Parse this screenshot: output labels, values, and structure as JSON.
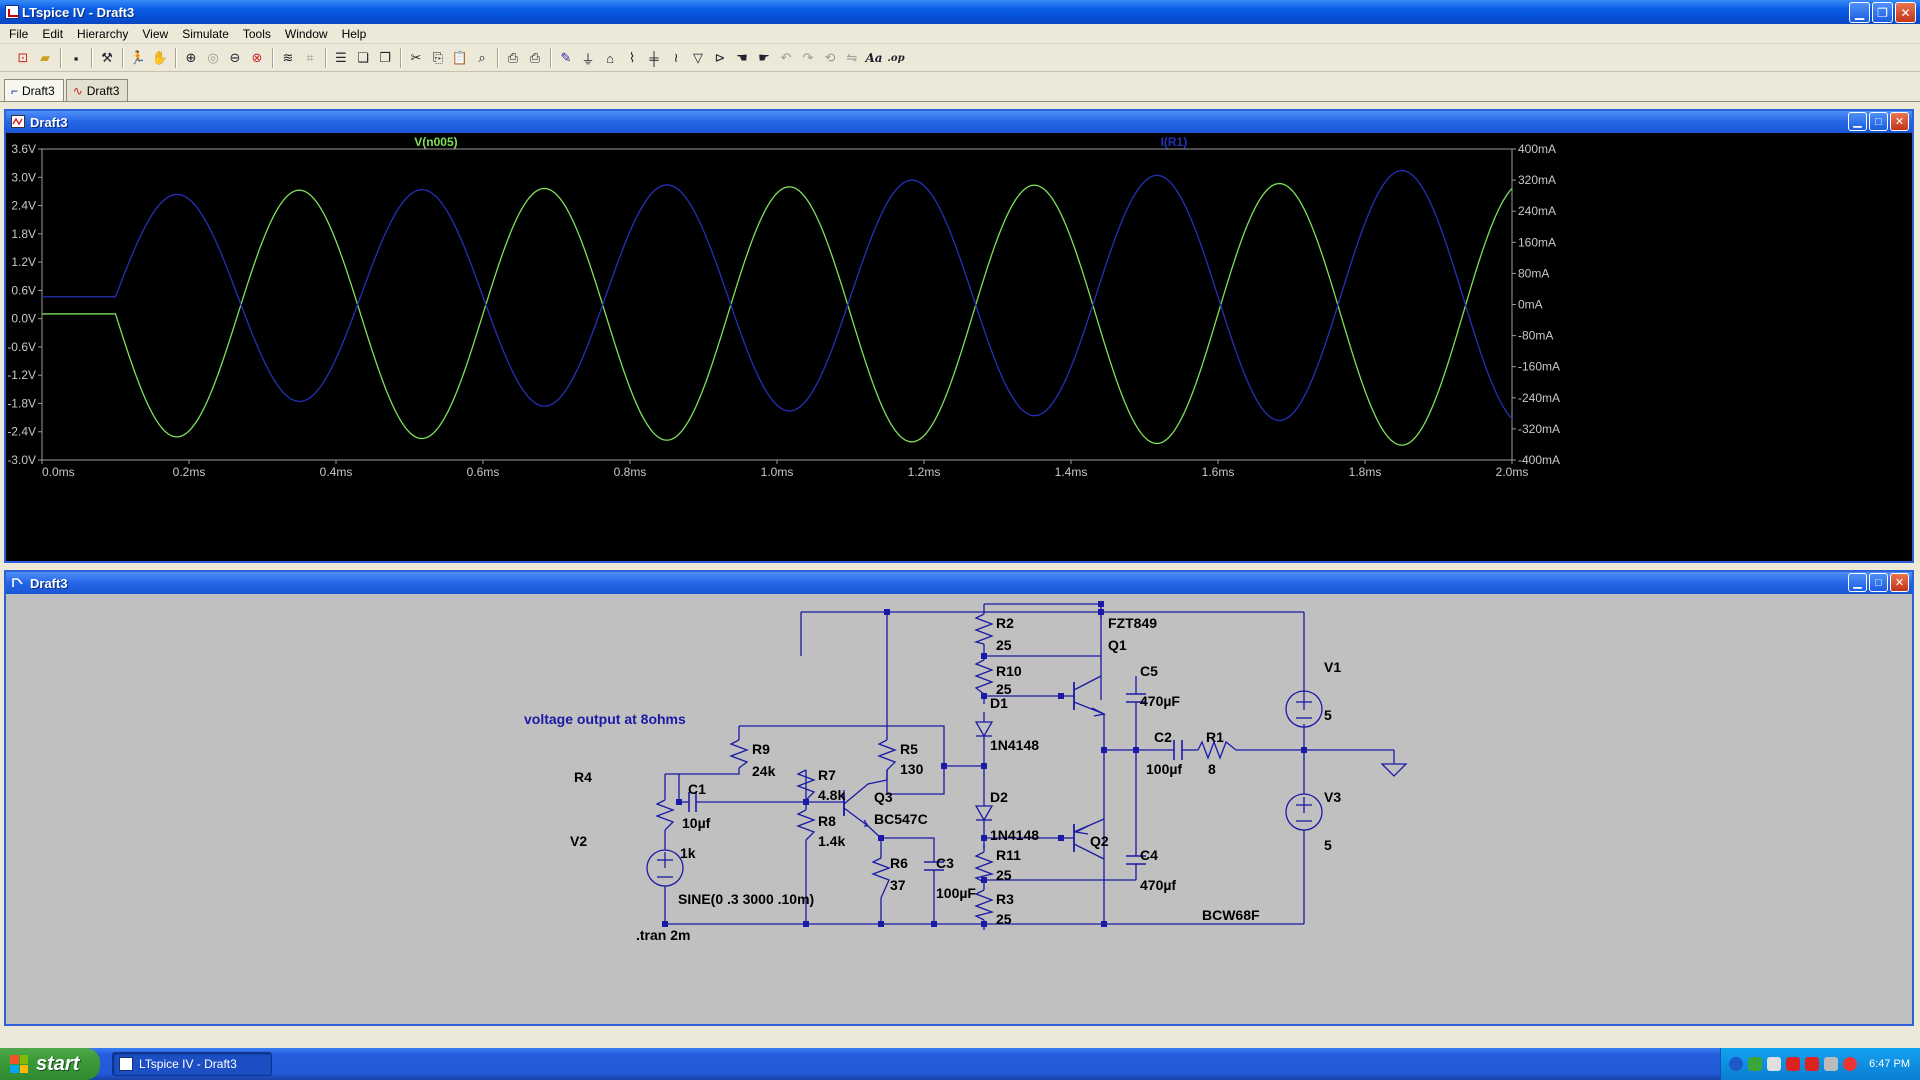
{
  "app": {
    "title": "LTspice IV - Draft3"
  },
  "menu": [
    "File",
    "Edit",
    "Hierarchy",
    "View",
    "Simulate",
    "Tools",
    "Window",
    "Help"
  ],
  "toolbar": {
    "text_tool_label": "Aa",
    "spice_tool_label": ".op"
  },
  "tabs": [
    {
      "label": "Draft3",
      "kind": "schematic"
    },
    {
      "label": "Draft3",
      "kind": "waveform"
    }
  ],
  "plot_window": {
    "title": "Draft3"
  },
  "schematic_window": {
    "title": "Draft3"
  },
  "colors": {
    "trace_voltage": "#7fe05a",
    "trace_current": "#2430b8",
    "plot_bg": "#000000",
    "schematic_bg": "#c0c0c0",
    "wire": "#1a1aa6",
    "titlebar": "#0550d6"
  },
  "chart_data": {
    "type": "line",
    "x_axis": {
      "min": 0,
      "max": 2.0,
      "unit": "ms",
      "ticks": [
        "0.0ms",
        "0.2ms",
        "0.4ms",
        "0.6ms",
        "0.8ms",
        "1.0ms",
        "1.2ms",
        "1.4ms",
        "1.6ms",
        "1.8ms",
        "2.0ms"
      ]
    },
    "y_left": {
      "min": -3.0,
      "max": 3.6,
      "ticks": [
        "3.6V",
        "3.0V",
        "2.4V",
        "1.8V",
        "1.2V",
        "0.6V",
        "0.0V",
        "-0.6V",
        "-1.2V",
        "-1.8V",
        "-2.4V",
        "-3.0V"
      ]
    },
    "y_right": {
      "min": -400,
      "max": 400,
      "ticks": [
        "400mA",
        "320mA",
        "240mA",
        "160mA",
        "80mA",
        "0mA",
        "-80mA",
        "-160mA",
        "-240mA",
        "-320mA",
        "-400mA"
      ]
    },
    "series": [
      {
        "name": "V(n005)",
        "axis": "left",
        "offset": 0.1,
        "delay_ms": 0.1,
        "frequency_khz": 3,
        "amplitude_start": 2.6,
        "amplitude_end": 2.8,
        "sign": -1
      },
      {
        "name": "I(R1)",
        "axis": "right",
        "offset": 20,
        "delay_ms": 0.1,
        "frequency_khz": 3,
        "amplitude_start": 260,
        "amplitude_end": 330,
        "sign": 1
      }
    ]
  },
  "schematic": {
    "labels": {
      "R2": "R2",
      "R2v": "25",
      "Q1": "Q1",
      "Q1m": "FZT849",
      "R10": "R10",
      "R10v": "25",
      "C5": "C5",
      "C5v": "470µF",
      "D1": "D1",
      "D1m": "1N4148",
      "V1": "V1",
      "V1v": "5",
      "note": "voltage output at 8ohms",
      "R9": "R9",
      "R9v": "24k",
      "R5": "R5",
      "R5v": "130",
      "C2": "C2",
      "C2v": "100µf",
      "R1": "R1",
      "R1v": "8",
      "R4": "R4",
      "R7": "R7",
      "R7v": "4.8k",
      "Q3": "Q3",
      "Q3m": "BC547C",
      "C1": "C1",
      "C1v": "10µf",
      "D2": "D2",
      "D2m": "1N4148",
      "V3": "V3",
      "V3v": "5",
      "R8": "R8",
      "R8v": "1.4k",
      "R11": "R11",
      "R11v": "25",
      "Q2": "Q2",
      "V2": "V2",
      "R4v": "1k",
      "R6": "R6",
      "R6v": "37",
      "C3": "C3",
      "C3v": "100µF",
      "C4": "C4",
      "C4v": "470µf",
      "R3": "R3",
      "R3v": "25",
      "Q2m": "BCW68F",
      "V2src": "SINE(0 .3 3000 .10m)",
      "tran": ".tran 2m"
    }
  },
  "taskbar": {
    "start_label": "start",
    "task_label": "LTspice IV - Draft3",
    "clock": "6:47 PM"
  }
}
